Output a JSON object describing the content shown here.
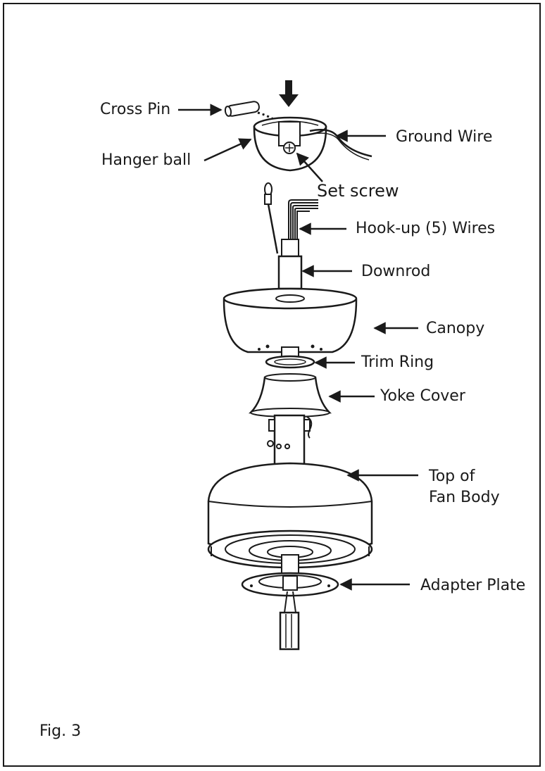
{
  "labels": {
    "cross_pin": "Cross Pin",
    "hanger_ball": "Hanger ball",
    "ground_wire": "Ground Wire",
    "set_screw": "Set screw",
    "hookup_wires": "Hook-up (5) Wires",
    "downrod": "Downrod",
    "canopy": "Canopy",
    "trim_ring": "Trim Ring",
    "yoke_cover": "Yoke Cover",
    "top_fan_body_line1": "Top of",
    "top_fan_body_line2": "Fan Body",
    "adapter_plate": "Adapter Plate"
  },
  "figure_caption": "Fig. 3",
  "colors": {
    "ink": "#1a1a1a",
    "paper": "#ffffff",
    "shade": "#d9d9d9"
  }
}
